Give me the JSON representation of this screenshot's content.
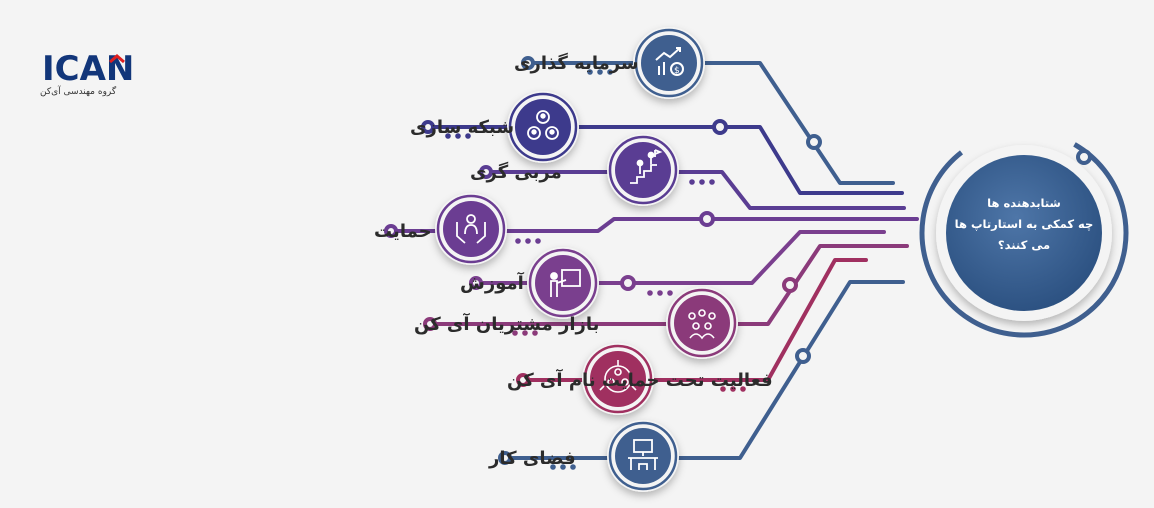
{
  "logo": {
    "text": "ICAN",
    "subtitle": "گروه مهندسی آی‌کن"
  },
  "hub": {
    "lines": [
      "شتابدهنده ها",
      "چه کمکی به استارتاپ ها",
      "می کنند؟"
    ]
  },
  "items": [
    {
      "label": "سرمایه گذاری",
      "icon": "investment-chart-icon",
      "color": "#3f5f8f"
    },
    {
      "label": "شبکه سازی",
      "icon": "network-people-icon",
      "color": "#3d3a8c"
    },
    {
      "label": "مربی گری",
      "icon": "mentor-stairs-icon",
      "color": "#5a3d93"
    },
    {
      "label": "حمایت",
      "icon": "support-hands-icon",
      "color": "#6b3d92"
    },
    {
      "label": "آموزش",
      "icon": "teaching-board-icon",
      "color": "#7a3f8e"
    },
    {
      "label": "بازار مشتریان آی کن",
      "icon": "customers-group-icon",
      "color": "#8b3a7a"
    },
    {
      "label": "فعالیت تحت حمایت نام آی کن",
      "icon": "team-circle-icon",
      "color": "#a03060"
    },
    {
      "label": "فضای کار",
      "icon": "workspace-desk-icon",
      "color": "#3f5f8f"
    }
  ]
}
